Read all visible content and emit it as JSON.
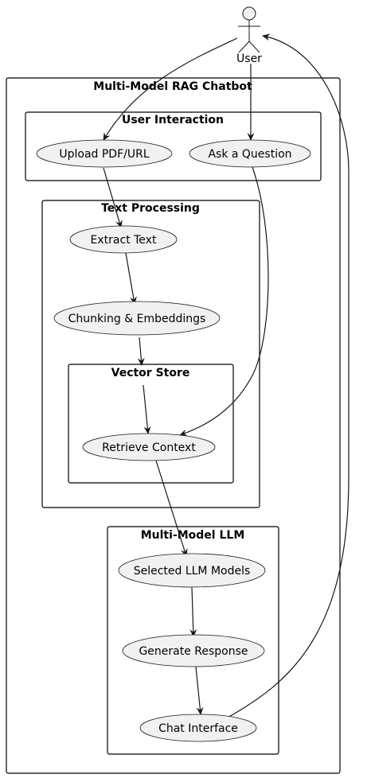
{
  "actor": {
    "label": "User"
  },
  "packages": {
    "system": "Multi-Model RAG Chatbot",
    "user_interaction": "User Interaction",
    "text_processing": "Text Processing",
    "vector_store": "Vector Store",
    "multi_model_llm": "Multi-Model LLM"
  },
  "use_cases": {
    "upload": "Upload PDF/URL",
    "ask": "Ask a Question",
    "extract": "Extract Text",
    "chunking": "Chunking & Embeddings",
    "retrieve": "Retrieve Context",
    "selected": "Selected LLM Models",
    "generate": "Generate Response",
    "chat": "Chat Interface"
  },
  "edges": [
    {
      "from": "actor",
      "to": "upload"
    },
    {
      "from": "actor",
      "to": "ask"
    },
    {
      "from": "upload",
      "to": "extract"
    },
    {
      "from": "extract",
      "to": "chunking"
    },
    {
      "from": "chunking",
      "to": "vector_store"
    },
    {
      "from": "vector_store",
      "to": "retrieve"
    },
    {
      "from": "ask",
      "to": "retrieve"
    },
    {
      "from": "retrieve",
      "to": "selected"
    },
    {
      "from": "selected",
      "to": "generate"
    },
    {
      "from": "generate",
      "to": "chat"
    },
    {
      "from": "chat",
      "to": "actor"
    }
  ]
}
